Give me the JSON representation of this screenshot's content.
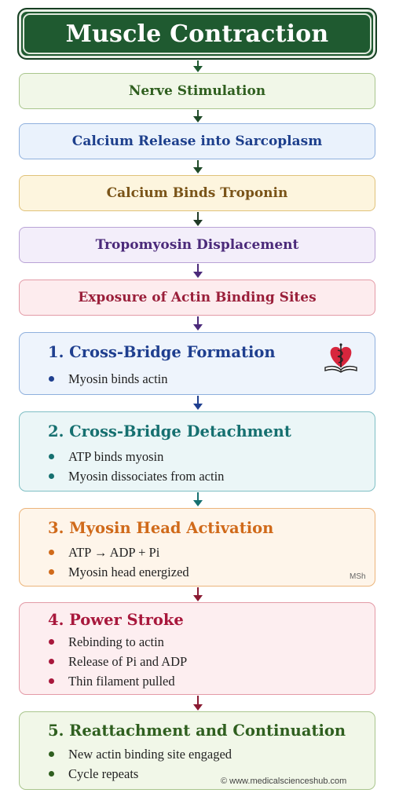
{
  "title": "Muscle Contraction",
  "steps": [
    {
      "label": "Nerve Stimulation",
      "color": "#2f5f1f"
    },
    {
      "label": "Calcium Release into Sarcoplasm",
      "color": "#1d3f8c"
    },
    {
      "label": "Calcium Binds Troponin",
      "color": "#7a5418"
    },
    {
      "label": "Tropomyosin Displacement",
      "color": "#4b2a7a"
    },
    {
      "label": "Exposure of Actin Binding Sites",
      "color": "#9a1f3a"
    }
  ],
  "cards": [
    {
      "title": "1. Cross-Bridge Formation",
      "color": "#1f3f8f",
      "items": [
        "Myosin binds actin"
      ]
    },
    {
      "title": "2. Cross-Bridge Detachment",
      "color": "#167070",
      "items": [
        "ATP binds myosin",
        "Myosin dissociates from actin"
      ]
    },
    {
      "title": "3. Myosin Head Activation",
      "color": "#d06a1a",
      "items": [
        "ATP → ADP + Pi",
        "Myosin head energized"
      ]
    },
    {
      "title": "4. Power Stroke",
      "color": "#a8183c",
      "items": [
        "Rebinding to actin",
        "Release of Pi and ADP",
        "Thin filament pulled"
      ]
    },
    {
      "title": "5. Reattachment and Continuation",
      "color": "#2f5f1f",
      "items": [
        "New actin binding site engaged",
        "Cycle repeats"
      ]
    }
  ],
  "watermark": "MSh",
  "footer": "© www.medicalscienceshub.com",
  "icon": "heart-caduceus-book-icon"
}
